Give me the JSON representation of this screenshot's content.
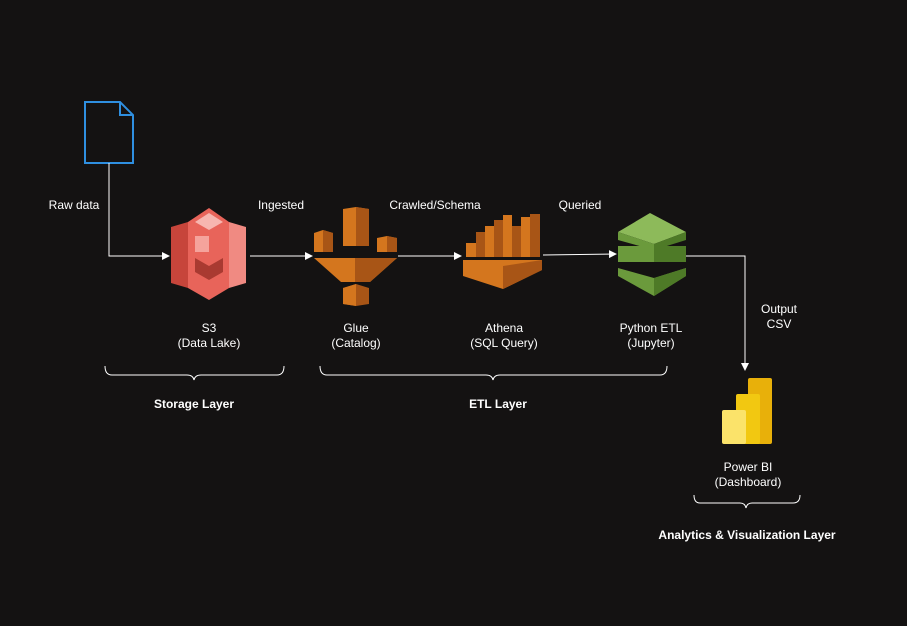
{
  "edges": {
    "raw_data": "Raw data",
    "ingested": "Ingested",
    "crawled": "Crawled/Schema",
    "queried": "Queried",
    "output": [
      "Output",
      "CSV"
    ]
  },
  "nodes": {
    "s3": {
      "title": "S3",
      "subtitle": "(Data Lake)",
      "icon": "s3-bucket-icon"
    },
    "glue": {
      "title": "Glue",
      "subtitle": "(Catalog)",
      "icon": "glue-icon"
    },
    "athena": {
      "title": "Athena",
      "subtitle": "(SQL Query)",
      "icon": "athena-icon"
    },
    "python": {
      "title": "Python ETL",
      "subtitle": "(Jupyter)",
      "icon": "python-etl-icon"
    },
    "powerbi": {
      "title": "Power BI",
      "subtitle": "(Dashboard)",
      "icon": "power-bi-icon"
    },
    "raw_file": {
      "icon": "document-icon"
    }
  },
  "layers": {
    "storage": "Storage Layer",
    "etl": "ETL Layer",
    "analytics": "Analytics & Visualization Layer"
  },
  "colors": {
    "background": "#141212",
    "s3": "#E8645A",
    "orange": "#D4761E",
    "green": "#6B9A3C",
    "yellow": "#F2C811",
    "doc": "#2F8FE0",
    "line": "#ffffff"
  }
}
